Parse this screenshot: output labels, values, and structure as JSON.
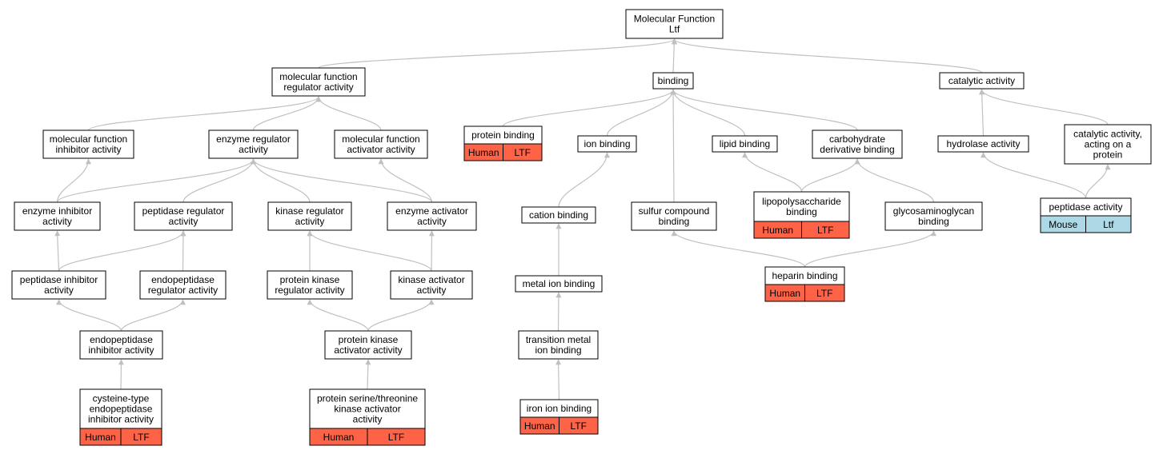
{
  "colors": {
    "edge": "#c0c0c0",
    "human": "#ff6347",
    "mouse": "#add8e6",
    "node_border": "#000000"
  },
  "nodes": [
    {
      "id": "mf",
      "lines": [
        "Molecular Function",
        "Ltf"
      ]
    },
    {
      "id": "mfr",
      "lines": [
        "molecular function",
        "regulator activity"
      ]
    },
    {
      "id": "binding",
      "lines": [
        "binding"
      ]
    },
    {
      "id": "catalytic",
      "lines": [
        "catalytic activity"
      ]
    },
    {
      "id": "mfi",
      "lines": [
        "molecular function",
        "inhibitor activity"
      ]
    },
    {
      "id": "enzreg",
      "lines": [
        "enzyme regulator",
        "activity"
      ]
    },
    {
      "id": "mfa",
      "lines": [
        "molecular function",
        "activator activity"
      ]
    },
    {
      "id": "protbind",
      "lines": [
        "protein binding"
      ],
      "tags": [
        "Human",
        "LTF"
      ]
    },
    {
      "id": "ionbind",
      "lines": [
        "ion binding"
      ]
    },
    {
      "id": "lipid",
      "lines": [
        "lipid binding"
      ]
    },
    {
      "id": "carb",
      "lines": [
        "carbohydrate",
        "derivative binding"
      ]
    },
    {
      "id": "hydrolase",
      "lines": [
        "hydrolase activity"
      ]
    },
    {
      "id": "catprot",
      "lines": [
        "catalytic activity,",
        "acting on a",
        "protein"
      ]
    },
    {
      "id": "enzinh",
      "lines": [
        "enzyme inhibitor",
        "activity"
      ]
    },
    {
      "id": "pepreg",
      "lines": [
        "peptidase regulator",
        "activity"
      ]
    },
    {
      "id": "kinreg",
      "lines": [
        "kinase regulator",
        "activity"
      ]
    },
    {
      "id": "enzact",
      "lines": [
        "enzyme activator",
        "activity"
      ]
    },
    {
      "id": "cation",
      "lines": [
        "cation binding"
      ]
    },
    {
      "id": "sulfur",
      "lines": [
        "sulfur compound",
        "binding"
      ]
    },
    {
      "id": "lps",
      "lines": [
        "lipopolysaccharide",
        "binding"
      ],
      "tags": [
        "Human",
        "LTF"
      ]
    },
    {
      "id": "gag",
      "lines": [
        "glycosaminoglycan",
        "binding"
      ]
    },
    {
      "id": "pepact",
      "lines": [
        "peptidase activity"
      ],
      "tags": [
        "Mouse",
        "Ltf"
      ]
    },
    {
      "id": "pepinh",
      "lines": [
        "peptidase inhibitor",
        "activity"
      ]
    },
    {
      "id": "endopepreg",
      "lines": [
        "endopeptidase",
        "regulator activity"
      ]
    },
    {
      "id": "pkreg",
      "lines": [
        "protein kinase",
        "regulator activity"
      ]
    },
    {
      "id": "kinact",
      "lines": [
        "kinase activator",
        "activity"
      ]
    },
    {
      "id": "heparin",
      "lines": [
        "heparin binding"
      ],
      "tags": [
        "Human",
        "LTF"
      ]
    },
    {
      "id": "metal",
      "lines": [
        "metal ion binding"
      ]
    },
    {
      "id": "endopepinh",
      "lines": [
        "endopeptidase",
        "inhibitor activity"
      ]
    },
    {
      "id": "pkact",
      "lines": [
        "protein kinase",
        "activator activity"
      ]
    },
    {
      "id": "transmetal",
      "lines": [
        "transition metal",
        "ion binding"
      ]
    },
    {
      "id": "cysteine",
      "lines": [
        "cysteine-type",
        "endopeptidase",
        "inhibitor activity"
      ],
      "tags": [
        "Human",
        "LTF"
      ]
    },
    {
      "id": "serthr",
      "lines": [
        "protein serine/threonine",
        "kinase activator",
        "activity"
      ],
      "tags": [
        "Human",
        "LTF"
      ]
    },
    {
      "id": "iron",
      "lines": [
        "iron ion binding"
      ],
      "tags": [
        "Human",
        "LTF"
      ]
    }
  ],
  "edges": [
    [
      "mfr",
      "mf"
    ],
    [
      "binding",
      "mf"
    ],
    [
      "catalytic",
      "mf"
    ],
    [
      "mfi",
      "mfr"
    ],
    [
      "enzreg",
      "mfr"
    ],
    [
      "mfa",
      "mfr"
    ],
    [
      "protbind",
      "binding"
    ],
    [
      "ionbind",
      "binding"
    ],
    [
      "lipid",
      "binding"
    ],
    [
      "carb",
      "binding"
    ],
    [
      "sulfur",
      "binding"
    ],
    [
      "hydrolase",
      "catalytic"
    ],
    [
      "catprot",
      "catalytic"
    ],
    [
      "enzinh",
      "mfi"
    ],
    [
      "enzinh",
      "enzreg"
    ],
    [
      "pepreg",
      "enzreg"
    ],
    [
      "kinreg",
      "enzreg"
    ],
    [
      "enzact",
      "enzreg"
    ],
    [
      "enzact",
      "mfa"
    ],
    [
      "pepinh",
      "enzinh"
    ],
    [
      "pepinh",
      "pepreg"
    ],
    [
      "endopepreg",
      "pepreg"
    ],
    [
      "pkreg",
      "kinreg"
    ],
    [
      "kinact",
      "kinreg"
    ],
    [
      "kinact",
      "enzact"
    ],
    [
      "endopepinh",
      "pepinh"
    ],
    [
      "endopepinh",
      "endopepreg"
    ],
    [
      "pkact",
      "pkreg"
    ],
    [
      "pkact",
      "kinact"
    ],
    [
      "cysteine",
      "endopepinh"
    ],
    [
      "serthr",
      "pkact"
    ],
    [
      "cation",
      "ionbind"
    ],
    [
      "metal",
      "cation"
    ],
    [
      "transmetal",
      "metal"
    ],
    [
      "iron",
      "transmetal"
    ],
    [
      "lps",
      "lipid"
    ],
    [
      "lps",
      "carb"
    ],
    [
      "gag",
      "carb"
    ],
    [
      "heparin",
      "sulfur"
    ],
    [
      "heparin",
      "gag"
    ],
    [
      "pepact",
      "hydrolase"
    ],
    [
      "pepact",
      "catprot"
    ]
  ]
}
